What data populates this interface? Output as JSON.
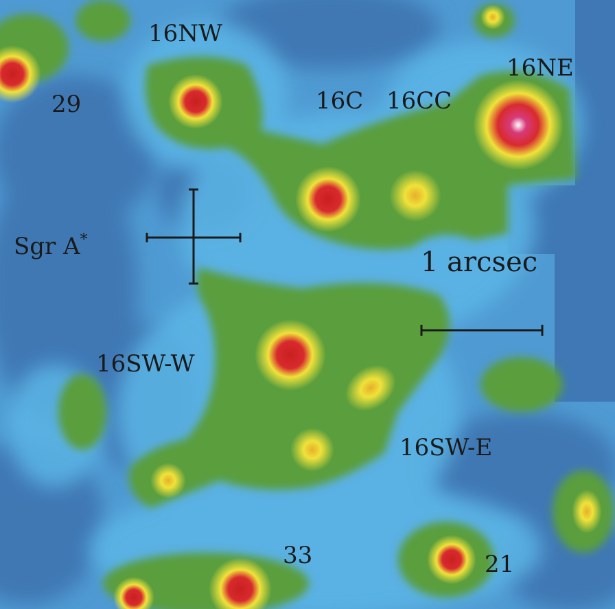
{
  "image": {
    "subject": "false-color infrared map",
    "palette": {
      "background_dark_blue": "#3f78b4",
      "background_blue": "#4f9ad2",
      "light_blue": "#5cb6e6",
      "green": "#5a9e3e",
      "yellow": "#f0e23a",
      "red": "#d82a2e",
      "magenta": "#d83a7a",
      "white": "#ffffff",
      "label_ink": "#1a1a1a"
    }
  },
  "labels": {
    "16NW": "16NW",
    "16NE": "16NE",
    "29": "29",
    "16C": "16C",
    "16CC": "16CC",
    "sgr_a": "Sgr A",
    "sgr_a_sup": "*",
    "scale": "1 arcsec",
    "16SW-W": "16SW-W",
    "16SW-E": "16SW-E",
    "33": "33",
    "21": "21"
  }
}
